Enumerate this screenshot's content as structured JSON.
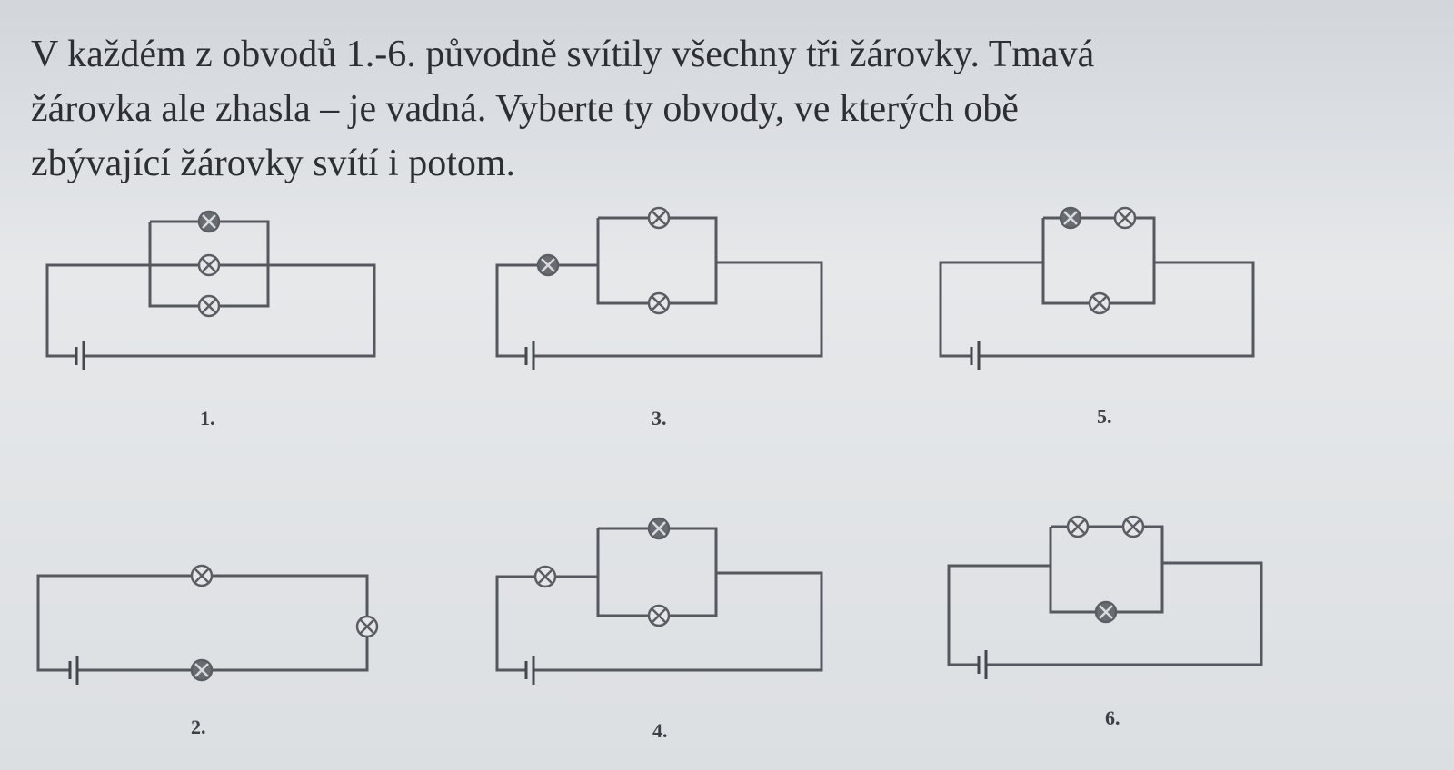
{
  "task": {
    "lines": [
      "V každém z obvodů 1.-6. původně svítily všechny tři žárovky. Tmavá",
      "žárovka ale zhasla – je vadná. Vyberte ty obvody, ve kterých obě",
      "zbývající žárovky svítí i potom."
    ]
  },
  "colors": {
    "wire": "#55585e",
    "bulb_ok_fill": "#e4e6e8",
    "bulb_dark_fill": "#686b70",
    "paper": "#e2e4e6"
  },
  "circuits": [
    {
      "label": "1."
    },
    {
      "label": "2."
    },
    {
      "label": "3."
    },
    {
      "label": "4."
    },
    {
      "label": "5."
    },
    {
      "label": "6."
    }
  ]
}
